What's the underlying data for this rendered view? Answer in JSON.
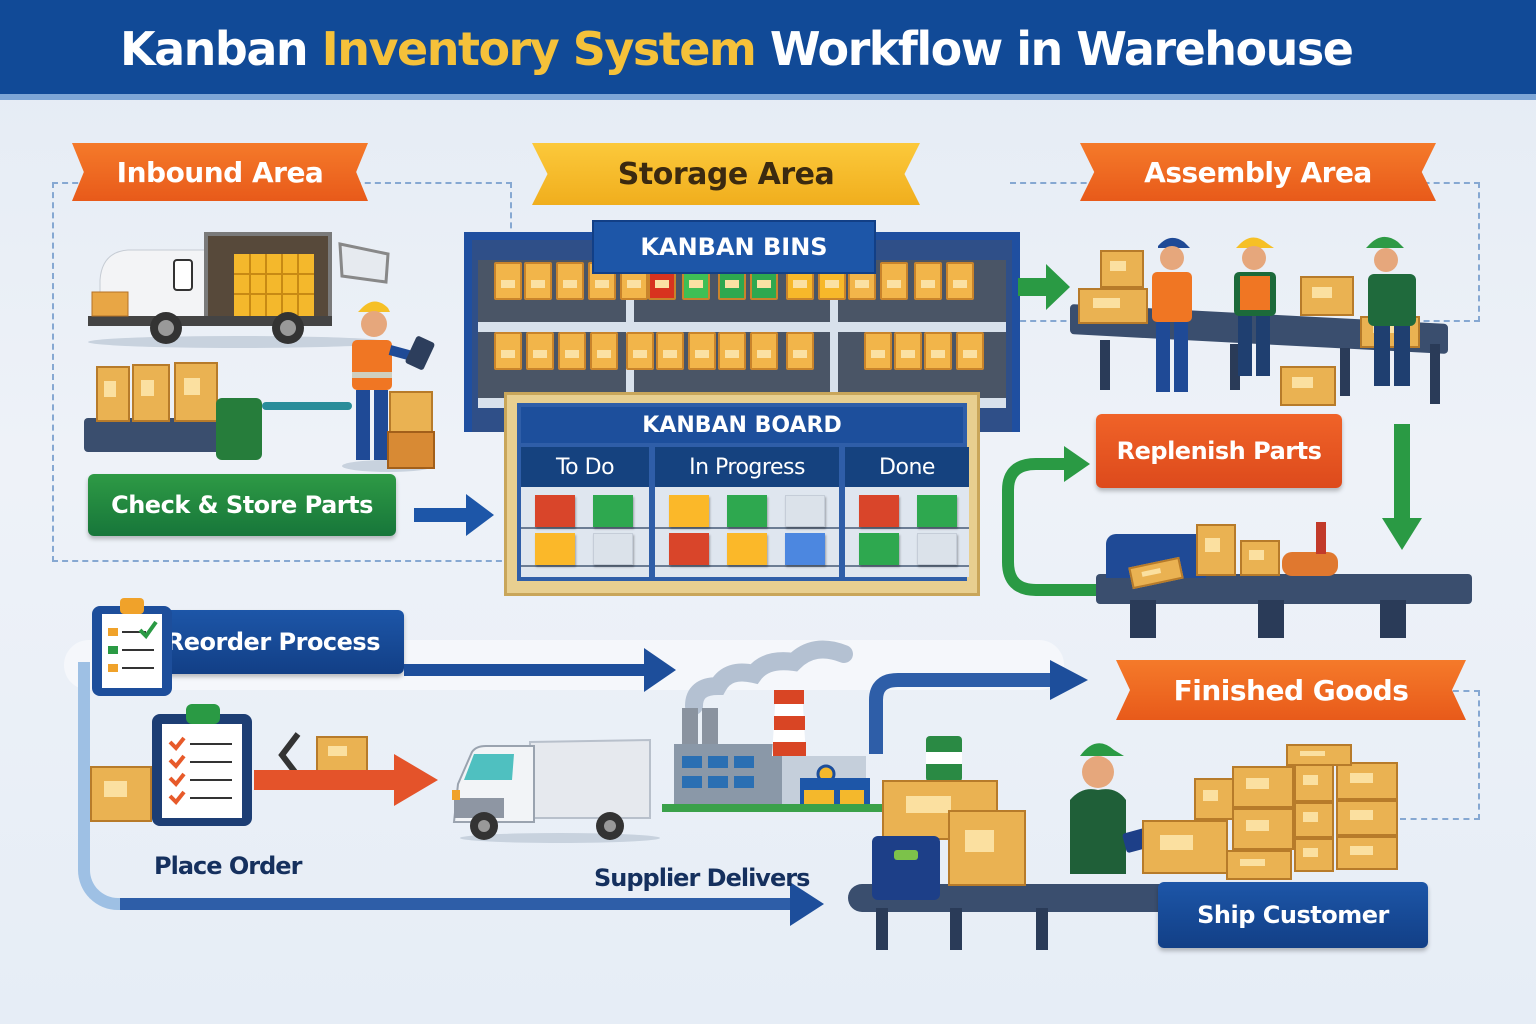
{
  "title": {
    "part1": "Kanban",
    "highlight": "Inventory System",
    "part2": "Workflow in Warehouse"
  },
  "colors": {
    "header_blue": "#114a97",
    "highlight_yellow": "#f5c13a",
    "ribbon_orange": "#f06a24",
    "ribbon_yellow": "#f7b92e",
    "green": "#1f8a3f",
    "navy": "#15427f",
    "card_red": "#d9452a",
    "card_green": "#2ea84f",
    "card_yellow": "#fbb829",
    "card_blue": "#4c87e0",
    "card_empty": "#dbe2ea"
  },
  "areas": {
    "inbound": "Inbound Area",
    "storage": "Storage Area",
    "assembly": "Assembly Area",
    "finished": "Finished Goods"
  },
  "storage": {
    "bins_label": "KANBAN BINS"
  },
  "board": {
    "title": "KANBAN BOARD",
    "columns": [
      {
        "label": "To Do",
        "cards": [
          [
            "red",
            "green"
          ],
          [
            "yellow",
            "empty"
          ]
        ]
      },
      {
        "label": "In Progress",
        "cards": [
          [
            "yellow",
            "green",
            "empty"
          ],
          [
            "red",
            "yellow",
            "blue"
          ]
        ]
      },
      {
        "label": "Done",
        "cards": [
          [
            "red",
            "green"
          ],
          [
            "green",
            "empty"
          ]
        ]
      }
    ]
  },
  "steps": {
    "check_store": "Check & Store Parts",
    "replenish": "Replenish Parts",
    "reorder": "Reorder Process",
    "place_order": "Place Order",
    "supplier_delivers": "Supplier Delivers",
    "ship_customer": "Ship Customer"
  },
  "icons": {
    "truck": "delivery-truck-icon",
    "worker": "worker-icon",
    "clipboard": "clipboard-checklist-icon",
    "factory": "factory-icon",
    "boxes": "boxes-icon",
    "conveyor": "conveyor-icon"
  }
}
